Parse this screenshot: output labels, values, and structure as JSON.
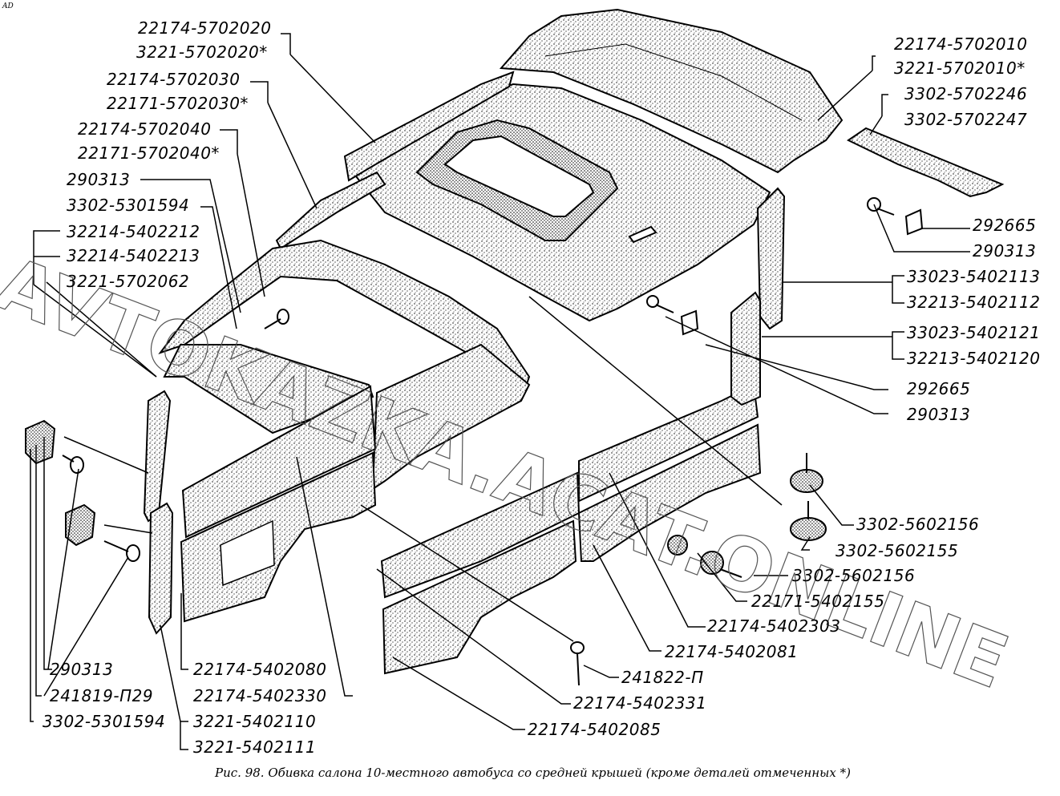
{
  "corner_mark": "AD",
  "caption": "Рис. 98. Обивка салона 10-местного автобуса со средней крышей (кроме деталей отмеченных *)",
  "watermark": "AVTOKAZKA.ACAT.ONLINE",
  "labels": {
    "l_5702020a": "22174-5702020",
    "l_5702020b": "3221-5702020*",
    "l_5702030a": "22174-5702030",
    "l_5702030b": "22171-5702030*",
    "l_5702040a": "22174-5702040",
    "l_5702040b": "22171-5702040*",
    "l_290313_tl": "290313",
    "l_5301594_tl": "3302-5301594",
    "l_5402212": "32214-5402212",
    "l_5402213": "32214-5402213",
    "l_5702062": "3221-5702062",
    "l_5702010a": "22174-5702010",
    "l_5702010b": "3221-5702010*",
    "l_5702246": "3302-5702246",
    "l_5702247": "3302-5702247",
    "l_292665_r1": "292665",
    "l_290313_r1": "290313",
    "l_5402113": "33023-5402113",
    "l_5402112": "32213-5402112",
    "l_5402121": "33023-5402121",
    "l_5402120": "32213-5402120",
    "l_292665_r2": "292665",
    "l_290313_r2": "290313",
    "l_5602156a": "3302-5602156",
    "l_5602155": "3302-5602155",
    "l_5602156b": "3302-5602156",
    "l_5402155": "22171-5402155",
    "l_5402303": "22174-5402303",
    "l_5402081": "22174-5402081",
    "l_241822": "241822-П",
    "l_5402331": "22174-5402331",
    "l_5402085": "22174-5402085",
    "l_290313_bl": "290313",
    "l_241819": "241819-П29",
    "l_5301594_bl": "3302-5301594",
    "l_5402080": "22174-5402080",
    "l_5402330": "22174-5402330",
    "l_5402110": "3221-5402110",
    "l_5402111": "3221-5402111"
  }
}
